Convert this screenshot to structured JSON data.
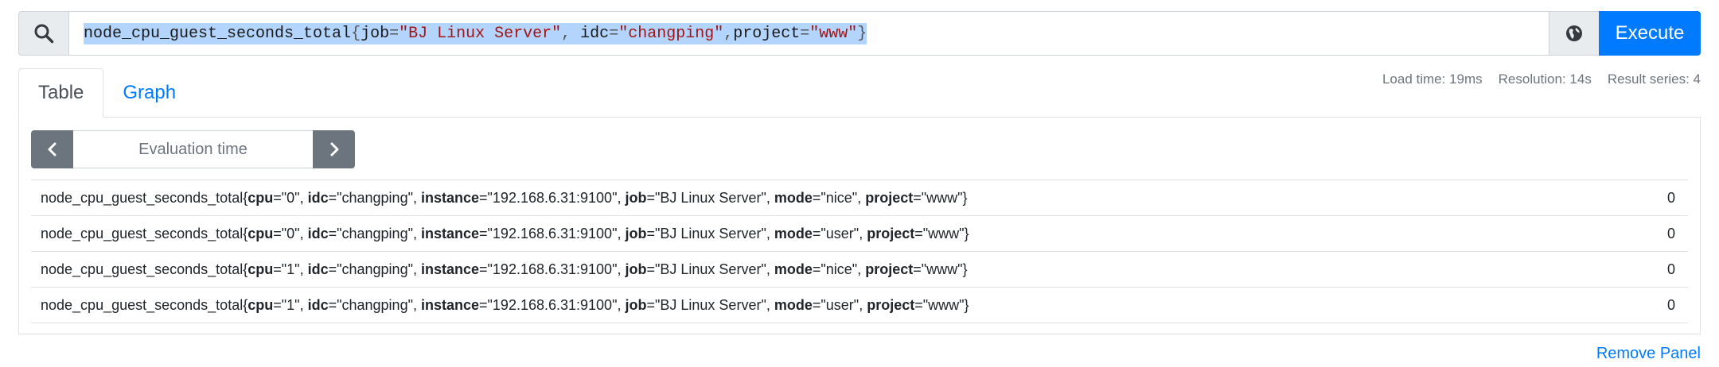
{
  "query": {
    "metric": "node_cpu_guest_seconds_total",
    "matchers": [
      {
        "label": "job",
        "value": "\"BJ Linux Server\"",
        "sep": ", "
      },
      {
        "label": "idc",
        "value": "\"changping\"",
        "sep": ","
      },
      {
        "label": "project",
        "value": "\"www\"",
        "sep": ""
      }
    ],
    "execute_label": "Execute"
  },
  "stats": {
    "load_time": "Load time: 19ms",
    "resolution": "Resolution: 14s",
    "result_series": "Result series: 4"
  },
  "tabs": [
    {
      "label": "Table"
    },
    {
      "label": "Graph"
    }
  ],
  "eval": {
    "placeholder": "Evaluation time"
  },
  "results": [
    {
      "metric": "node_cpu_guest_seconds_total",
      "cpu": "\"0\"",
      "idc": "\"changping\"",
      "instance": "\"192.168.6.31:9100\"",
      "job": "\"BJ Linux Server\"",
      "mode": "\"nice\"",
      "project": "\"www\"",
      "value": "0"
    },
    {
      "metric": "node_cpu_guest_seconds_total",
      "cpu": "\"0\"",
      "idc": "\"changping\"",
      "instance": "\"192.168.6.31:9100\"",
      "job": "\"BJ Linux Server\"",
      "mode": "\"user\"",
      "project": "\"www\"",
      "value": "0"
    },
    {
      "metric": "node_cpu_guest_seconds_total",
      "cpu": "\"1\"",
      "idc": "\"changping\"",
      "instance": "\"192.168.6.31:9100\"",
      "job": "\"BJ Linux Server\"",
      "mode": "\"nice\"",
      "project": "\"www\"",
      "value": "0"
    },
    {
      "metric": "node_cpu_guest_seconds_total",
      "cpu": "\"1\"",
      "idc": "\"changping\"",
      "instance": "\"192.168.6.31:9100\"",
      "job": "\"BJ Linux Server\"",
      "mode": "\"user\"",
      "project": "\"www\"",
      "value": "0"
    }
  ],
  "remove_panel_label": "Remove Panel"
}
